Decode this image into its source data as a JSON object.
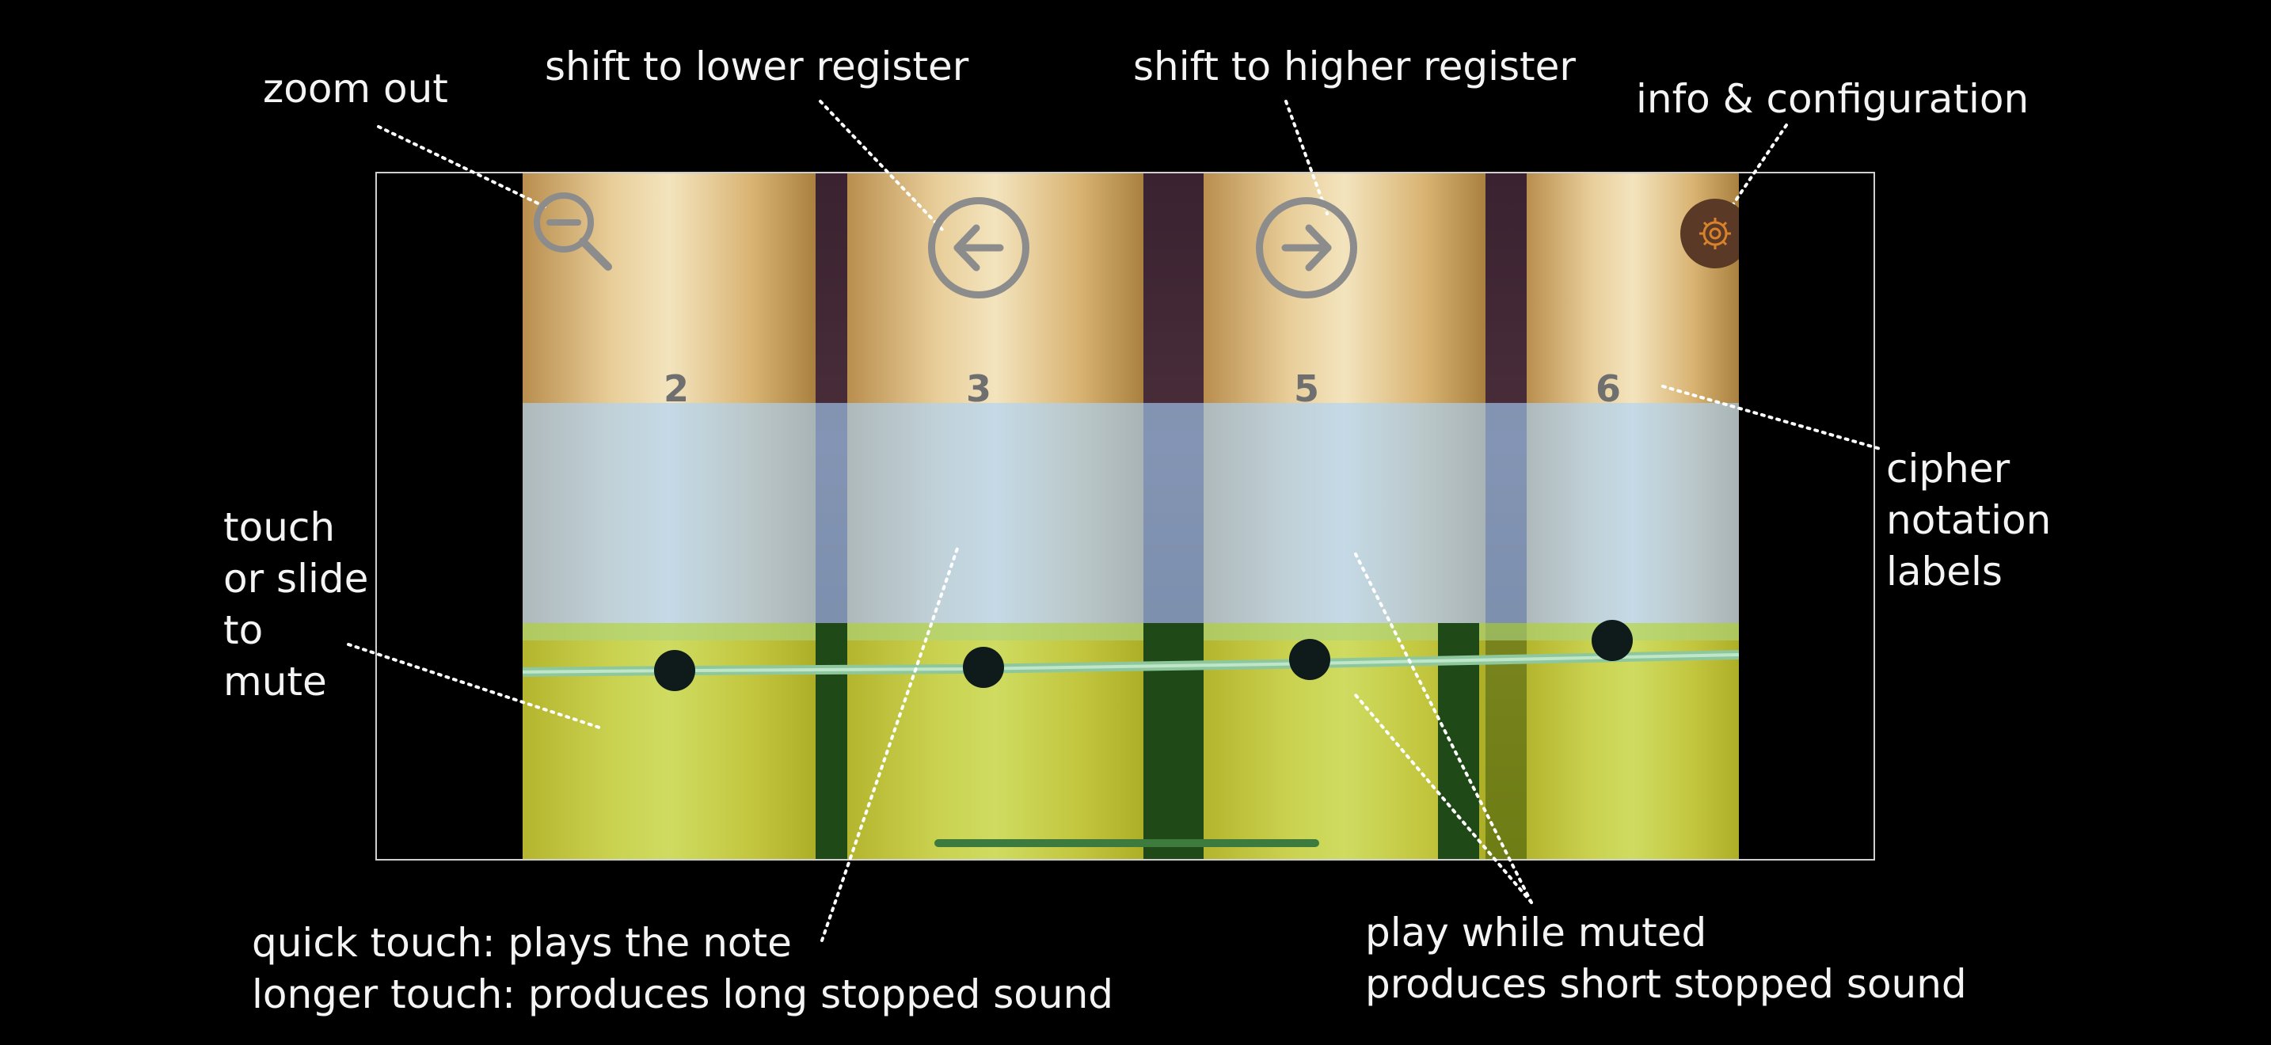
{
  "annotations": {
    "zoom_out": "zoom out",
    "shift_lower": "shift to lower register",
    "shift_higher": "shift to higher register",
    "info_config": "info & configuration",
    "cipher_labels": [
      "cipher",
      "notation",
      "labels"
    ],
    "mute": [
      "touch",
      "or slide",
      "to",
      "mute"
    ],
    "quick_touch": [
      "quick touch: plays the note",
      "longer touch: produces long stopped sound"
    ],
    "play_muted": [
      "play while muted",
      "produces short stopped sound"
    ]
  },
  "app": {
    "cipher_notes": [
      "2",
      "3",
      "5",
      "6"
    ],
    "icons": {
      "zoom": "zoom-out-icon",
      "left": "arrow-left-icon",
      "right": "arrow-right-icon",
      "settings": "gear-icon"
    },
    "colors": {
      "icon_gray": "#8c8c8c",
      "gear_orange": "#d9822b",
      "mute_zone": "#b0d614",
      "play_zone": "#a8d4ff"
    }
  }
}
